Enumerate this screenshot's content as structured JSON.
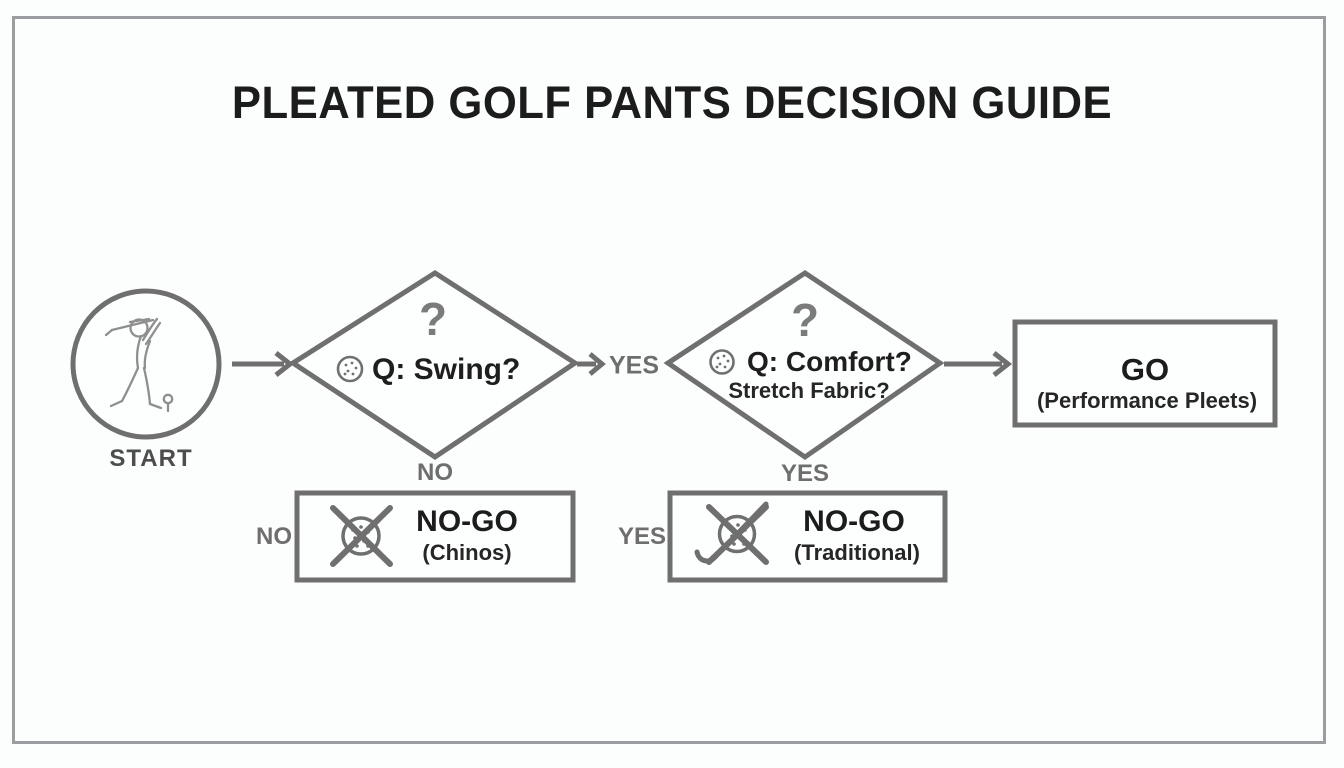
{
  "title": "PLEATED GOLF PANTS DECISION GUIDE",
  "colors": {
    "background": "#fcfdfd",
    "frame_border": "#9b9ea0",
    "shape_border": "#6f6f6f",
    "arrow": "#6f6f6f",
    "heading_text": "#1c1c1c",
    "dark_text": "#262626",
    "muted_text": "#6e6e6e",
    "icon_line": "#8f8f8f"
  },
  "start": {
    "label": "START",
    "icon": "golfer-swing-icon"
  },
  "decision_swing": {
    "question_mark": "?",
    "icon": "golf-ball-icon",
    "label": "Q: Swing?",
    "branch_down_label": "NO"
  },
  "edge_swing_yes": {
    "label": "YES"
  },
  "decision_comfort": {
    "question_mark": "?",
    "icon": "golf-ball-icon",
    "label": "Q: Comfort?",
    "sublabel": "Stretch Fabric?",
    "branch_down_label": "YES"
  },
  "outcome_go": {
    "label": "GO",
    "sublabel": "(Performance Pleets)"
  },
  "outcome_nogo_chinos": {
    "side_label": "NO",
    "icon": "crossed-golf-ball-icon",
    "label": "NO-GO",
    "sublabel": "(Chinos)"
  },
  "outcome_nogo_traditional": {
    "side_label": "YES",
    "icon": "crossed-golf-ball-club-icon",
    "label": "NO-GO",
    "sublabel": "(Traditional)"
  }
}
